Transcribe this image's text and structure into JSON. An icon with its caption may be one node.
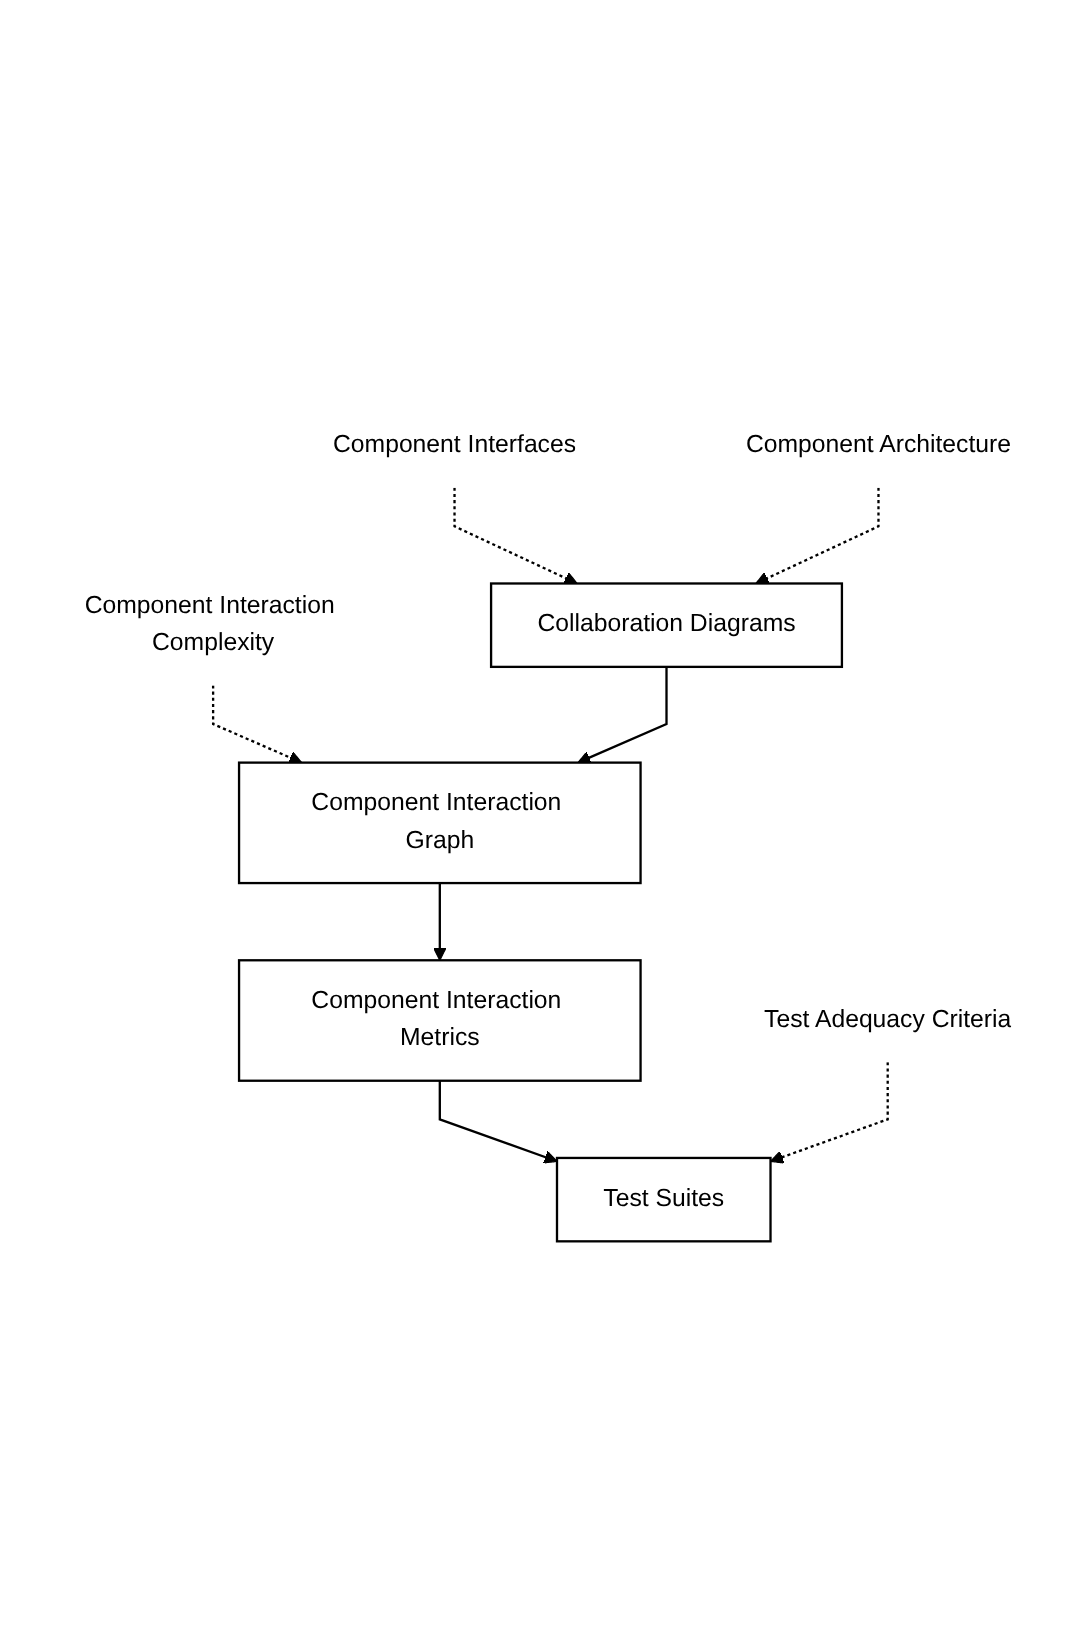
{
  "diagram": {
    "nodes": [
      {
        "text": [
          "Component Interfaces"
        ]
      },
      {
        "text": [
          "Component Architecture"
        ]
      },
      {
        "text": [
          "Component Interaction Complexity"
        ]
      },
      {
        "text": [
          "Collaboration Diagrams"
        ]
      },
      {
        "text": [
          "Component Interaction Graph"
        ]
      },
      {
        "text": [
          "Test Suites"
        ]
      },
      {
        "text": [
          "Component Interaction Metrics"
        ]
      },
      {
        "text": [
          "Test Adequacy Criteria"
        ]
      }
    ],
    "edges": [
      {
        "from": 0,
        "to": 3,
        "arrow": "to",
        "style": "dashed"
      },
      {
        "from": 1,
        "to": 3,
        "arrow": "to",
        "style": "dashed"
      },
      {
        "from": 2,
        "to": 4,
        "arrow": "to",
        "style": "dashed"
      },
      {
        "from": 3,
        "to": 4,
        "arrow": "to"
      },
      {
        "from": 4,
        "to": 6,
        "arrow": "to"
      },
      {
        "from": 6,
        "to": 5,
        "arrow": "to"
      },
      {
        "from": 7,
        "to": 5,
        "arrow": "to",
        "style": "dashed"
      }
    ]
  }
}
